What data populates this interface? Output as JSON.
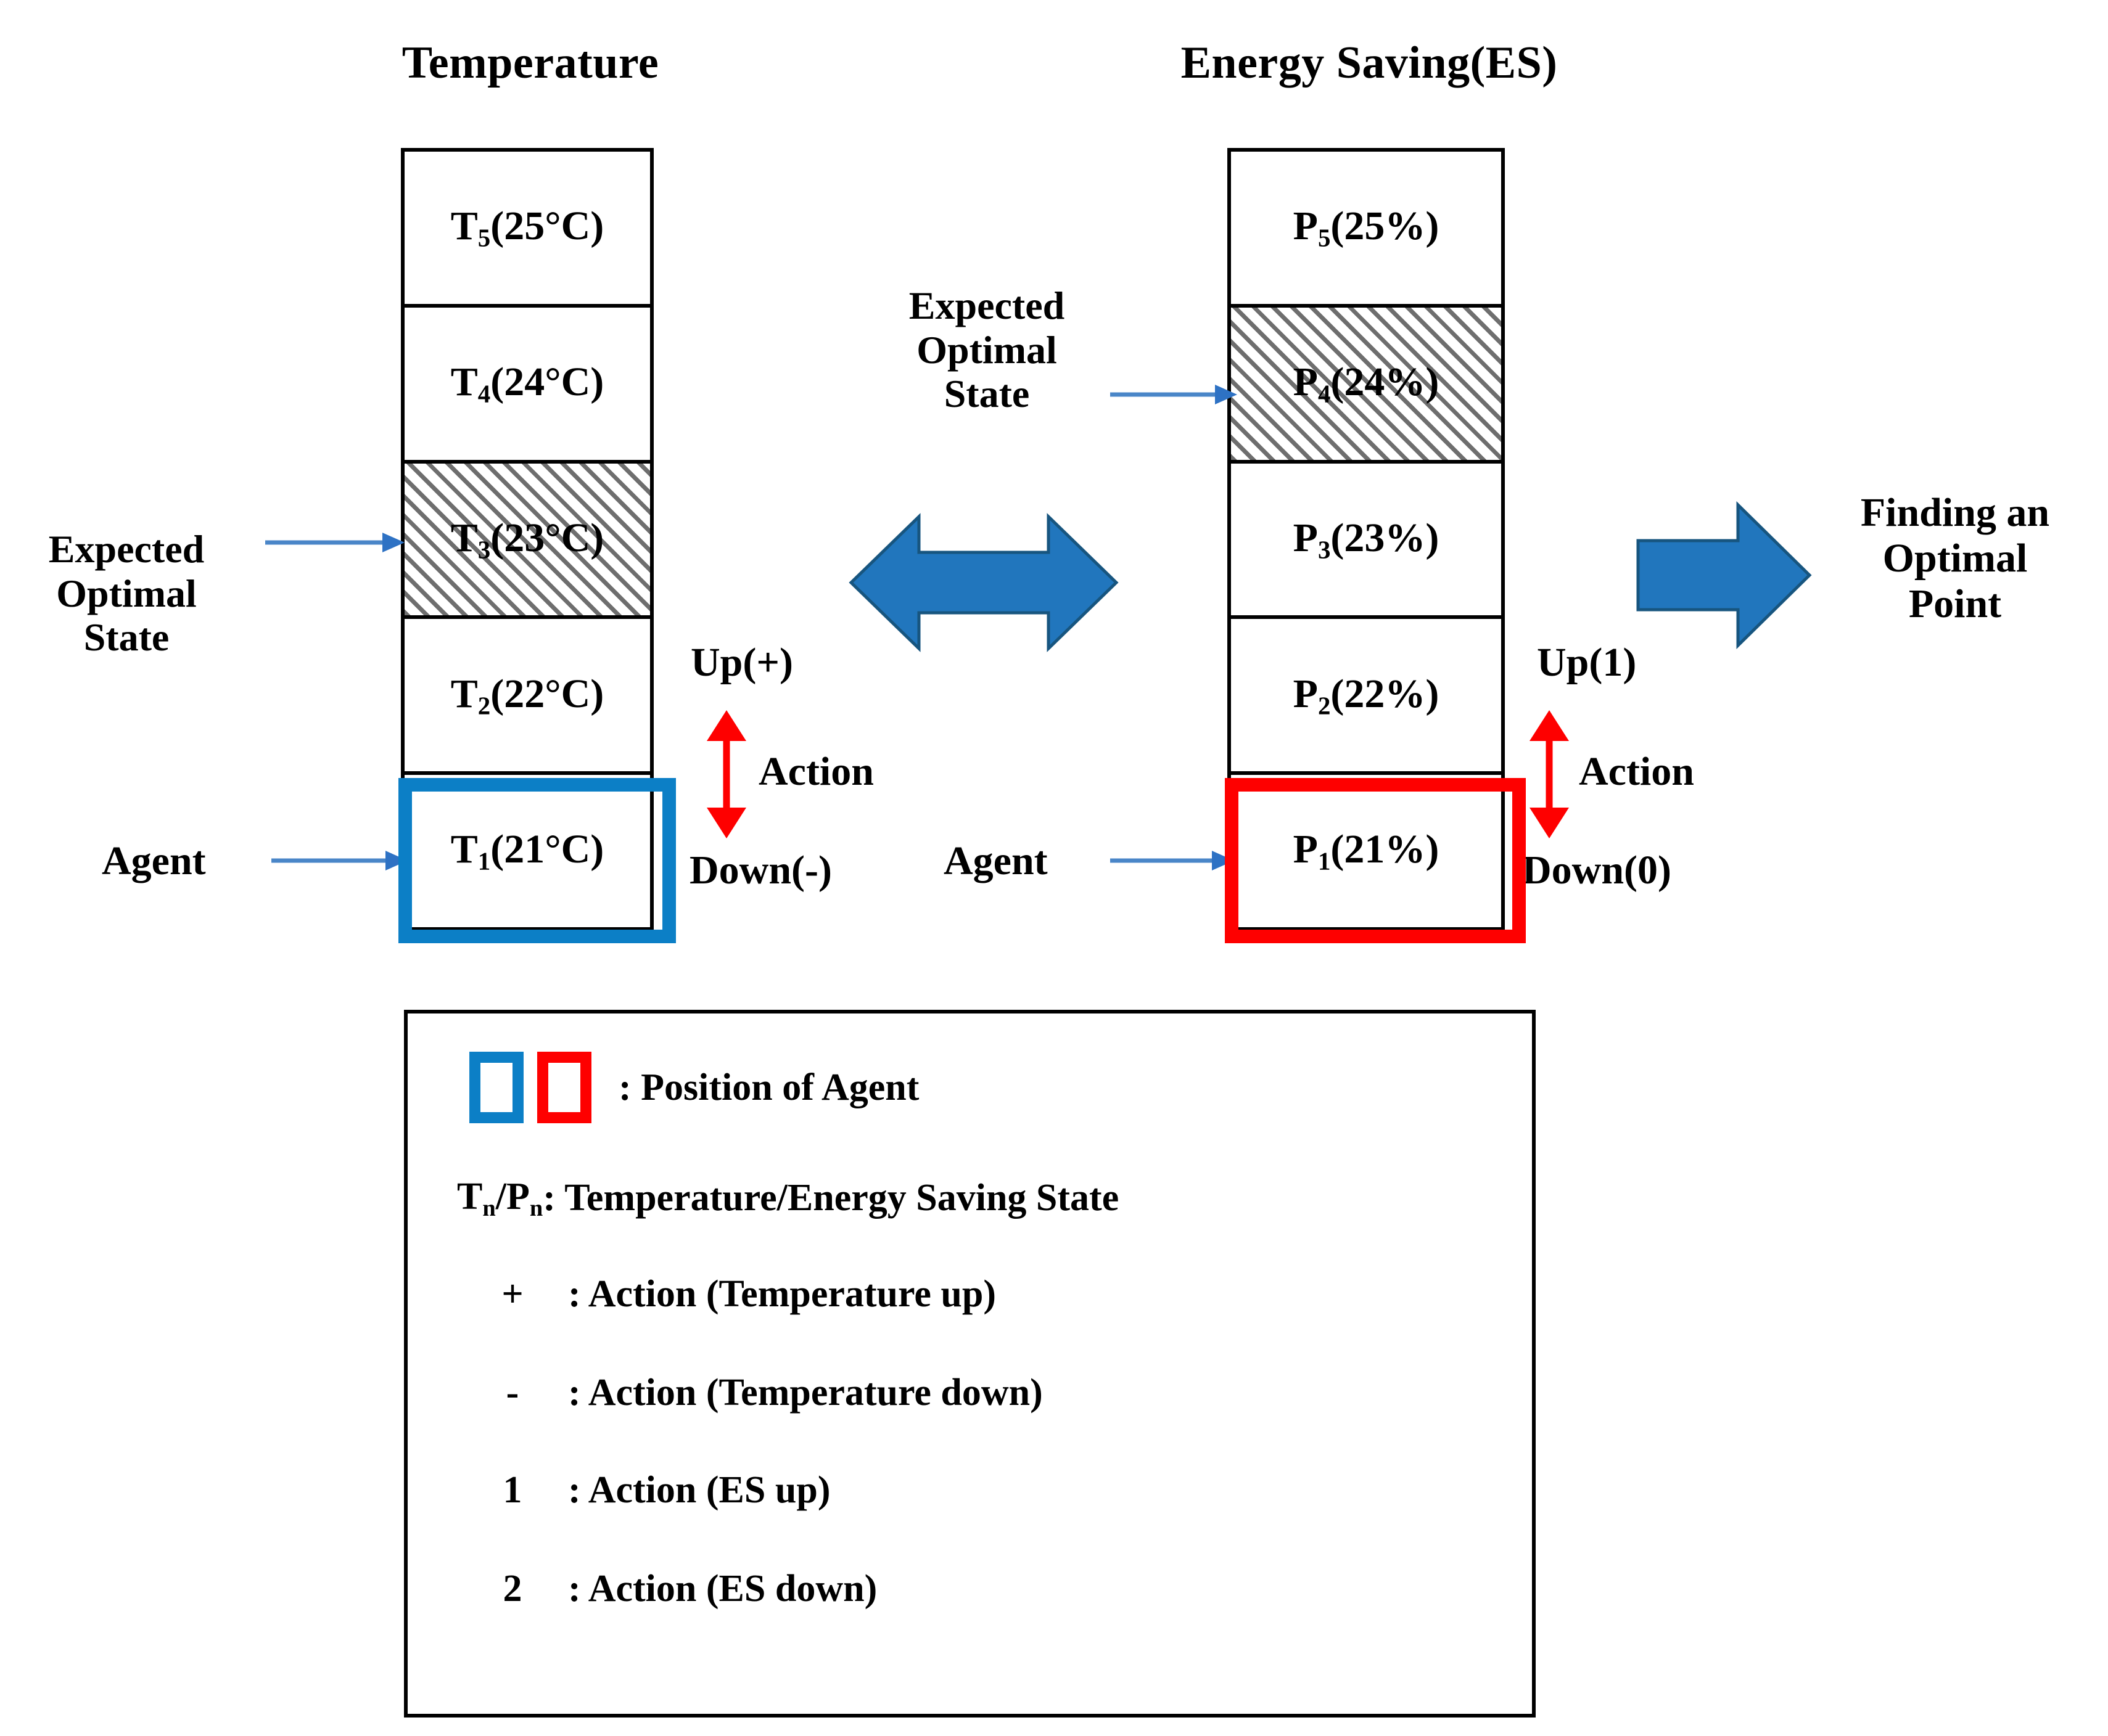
{
  "headings": {
    "temperature": "Temperature",
    "energy_saving": "Energy Saving(ES)"
  },
  "colors": {
    "agent_blue": "#0C7FC6",
    "agent_red": "#FE0000",
    "pointer_blue": "#4A86C8",
    "block_arrow_blue": "#2176BD",
    "block_arrow_outline": "#17557F",
    "action_arrow_red": "#FE0000",
    "hatch_gray": "#6E6E6E"
  },
  "temperature_column": {
    "cells": [
      {
        "label": "T",
        "sub": "5",
        "value": "(25°C)",
        "hatched": false,
        "agent": false
      },
      {
        "label": "T",
        "sub": "4",
        "value": "(24°C)",
        "hatched": false,
        "agent": false
      },
      {
        "label": "T",
        "sub": "3",
        "value": "(23°C)",
        "hatched": true,
        "agent": false
      },
      {
        "label": "T",
        "sub": "2",
        "value": "(22°C)",
        "hatched": false,
        "agent": false
      },
      {
        "label": "T",
        "sub": "1",
        "value": "(21°C)",
        "hatched": false,
        "agent": true
      }
    ]
  },
  "energy_column": {
    "cells": [
      {
        "label": "P",
        "sub": "5",
        "value": "(25%)",
        "hatched": false,
        "agent": false
      },
      {
        "label": "P",
        "sub": "4",
        "value": "(24%)",
        "hatched": true,
        "agent": false
      },
      {
        "label": "P",
        "sub": "3",
        "value": "(23%)",
        "hatched": false,
        "agent": false
      },
      {
        "label": "P",
        "sub": "2",
        "value": "(22%)",
        "hatched": false,
        "agent": false
      },
      {
        "label": "P",
        "sub": "1",
        "value": "(21%)",
        "hatched": false,
        "agent": true
      }
    ]
  },
  "annotations": {
    "expected_optimal_state_left": "Expected\nOptimal\nState",
    "expected_optimal_state_center": "Expected\nOptimal\nState",
    "agent_left": "Agent",
    "agent_right": "Agent",
    "finding_optimal_point": "Finding an\nOptimal\nPoint"
  },
  "temperature_actions": {
    "up": "Up(+)",
    "action": "Action",
    "down": "Down(-)"
  },
  "energy_actions": {
    "up": "Up(1)",
    "action": "Action",
    "down": "Down(0)"
  },
  "legend": {
    "position_of_agent": ": Position of Agent",
    "rows": [
      {
        "sym_pre": "T",
        "sym_sub1": "n",
        "sym_mid": "/P",
        "sym_sub2": "n",
        "text": ": Temperature/Energy  Saving State",
        "type": "symbol-sub"
      },
      {
        "sym": "+",
        "text": ": Action (Temperature  up)",
        "type": "plain"
      },
      {
        "sym": "-",
        "text": ": Action (Temperature  down)",
        "type": "plain"
      },
      {
        "sym": "1",
        "text": ": Action (ES up)",
        "type": "plain"
      },
      {
        "sym": "2",
        "text": ": Action (ES down)",
        "type": "plain"
      }
    ]
  }
}
